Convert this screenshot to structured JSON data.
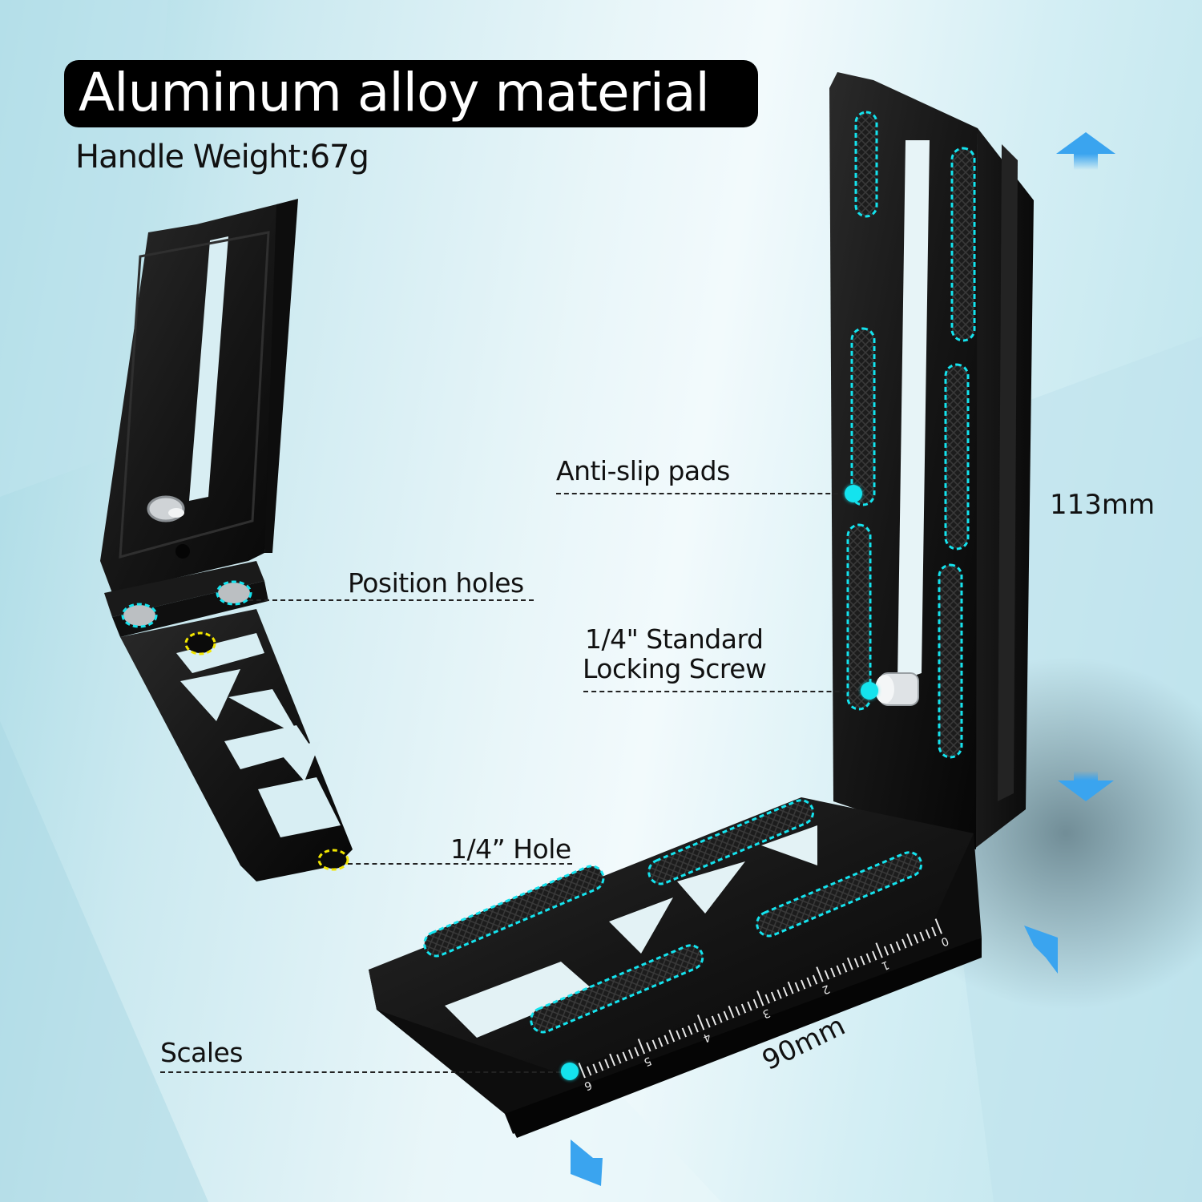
{
  "title": "Aluminum alloy material",
  "subtitle": "Handle Weight:67g",
  "callouts": {
    "anti_slip": "Anti-slip pads",
    "position_holes": "Position holes",
    "locking_screw_line1": "1/4\" Standard",
    "locking_screw_line2": "Locking Screw",
    "hole": "1/4” Hole",
    "scales": "Scales"
  },
  "dimensions": {
    "height": "113mm",
    "width": "90mm"
  },
  "scale_marks": [
    "0",
    "1",
    "2",
    "3",
    "4",
    "5",
    "6"
  ],
  "icons": {
    "up_arrow": "arrow-up-icon",
    "down_arrow": "arrow-down-icon",
    "diag_arrow_ne": "arrow-up-left-icon",
    "diag_arrow_sw": "arrow-down-left-icon"
  },
  "colors": {
    "highlight_cyan": "#14e3ee",
    "highlight_yellow": "#f2e600",
    "arrow_blue": "#3aa4ef",
    "metal_black": "#141414",
    "title_bg": "#000000"
  }
}
